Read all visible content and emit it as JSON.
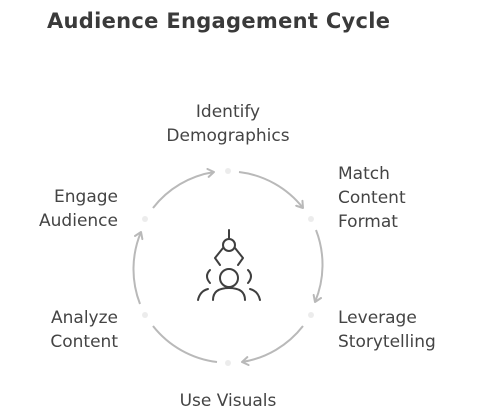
{
  "title": "Audience Engagement Cycle",
  "steps": {
    "identify": {
      "line1": "Identify",
      "line2": "Demographics"
    },
    "match": {
      "line1": "Match",
      "line2": "Content",
      "line3": "Format"
    },
    "leverage": {
      "line1": "Leverage",
      "line2": "Storytelling"
    },
    "visuals": {
      "line1": "Use Visuals"
    },
    "analyze": {
      "line1": "Analyze",
      "line2": "Content"
    },
    "engage": {
      "line1": "Engage",
      "line2": "Audience"
    }
  },
  "center_icon": "audience-group-icon",
  "colors": {
    "arrow": "#b9b9b9",
    "text": "#444444",
    "dot": "#e6e6e6"
  }
}
